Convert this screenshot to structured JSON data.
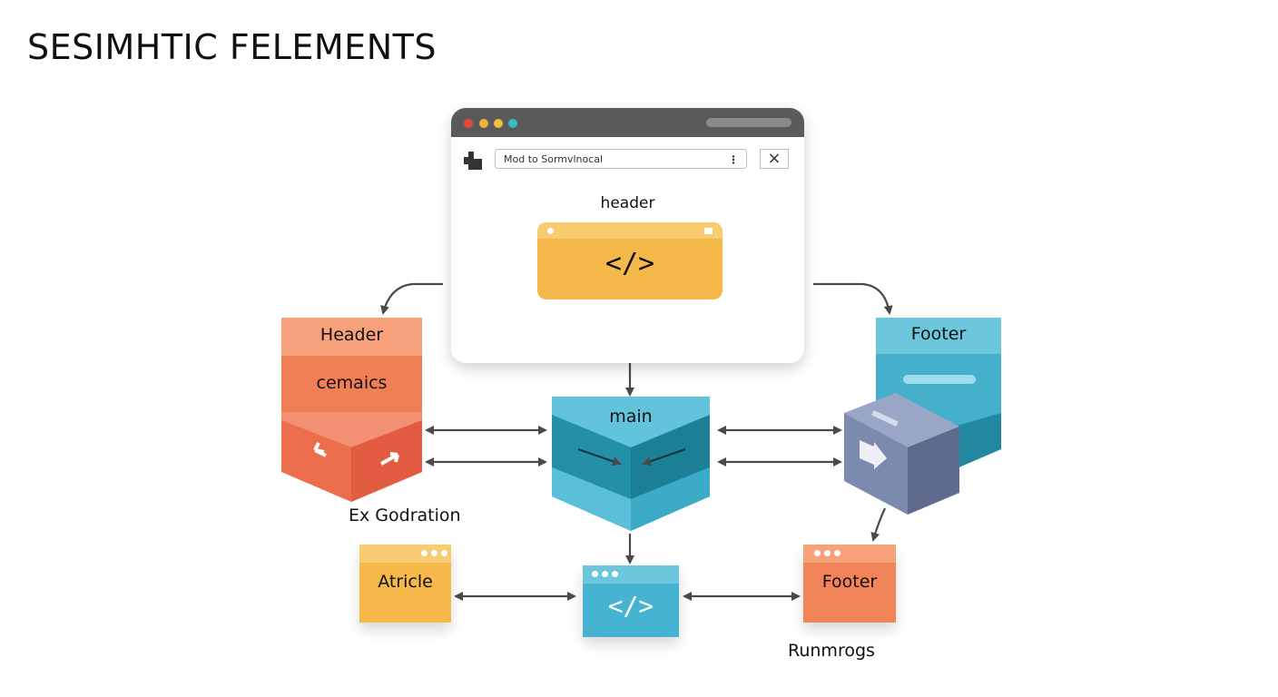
{
  "title": "SESIMHTIC FELEMENTS",
  "browser_window": {
    "traffic_lights": [
      "#e8463f",
      "#f2b33d",
      "#f2c23d",
      "#3bb8c8"
    ],
    "address_bar": {
      "value": "Mod to Sormvlnocal",
      "menu_icon": "kebab-icon"
    },
    "close_button": "×",
    "section_label": "header",
    "code_glyph": "</>"
  },
  "left_block": {
    "top_label": "Header",
    "mid_label": "cemaics",
    "caption": "Ex Godration",
    "colors": {
      "top": "#f6a07c",
      "mid": "#f07f56",
      "bottom": "#e8603f"
    }
  },
  "center_block": {
    "label": "main",
    "colors": {
      "top": "#5ec2da",
      "mid": "#1f8aa0",
      "bottom": "#45b4cf"
    }
  },
  "right_block": {
    "label": "Footer",
    "colors": {
      "top": "#6cc6dc",
      "mid": "#45b0cb",
      "bottom": "#21889f",
      "cube": "#7d8ab0"
    }
  },
  "bottom_cards": [
    {
      "label": "Atricle",
      "color": "#f5b84a",
      "header_color": "#f8cc72"
    },
    {
      "label": "</>",
      "color": "#46b3d1",
      "header_color": "#6cc6dc"
    },
    {
      "label": "Footer",
      "color": "#f28459",
      "header_color": "#f6a07c",
      "caption": "Runmrogs"
    }
  ],
  "arrow_color": "#4a4a4a"
}
